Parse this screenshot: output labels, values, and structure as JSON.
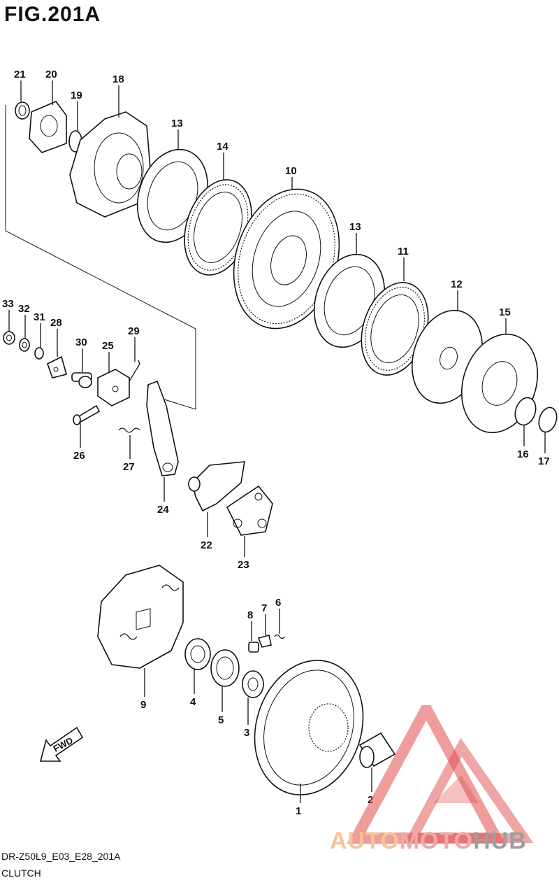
{
  "figure": {
    "title": "FIG.201A",
    "code": "DR-Z50L9_E03_E28_201A",
    "name": "CLUTCH"
  },
  "callouts": [
    "1",
    "2",
    "3",
    "4",
    "5",
    "6",
    "7",
    "8",
    "9",
    "10",
    "11",
    "12",
    "13",
    "13",
    "14",
    "15",
    "16",
    "17",
    "18",
    "19",
    "20",
    "21",
    "22",
    "23",
    "24",
    "25",
    "26",
    "27",
    "28",
    "29",
    "30",
    "31",
    "32",
    "33"
  ],
  "direction_label": "FWD",
  "watermark": {
    "part1": "AUTO",
    "part2": "MOTO",
    "part3": "HUB"
  },
  "colors": {
    "ink": "#111111",
    "watermark_red": "#e04b4b",
    "watermark_orange": "#f5c49a",
    "watermark_gray": "#9e9e9e"
  }
}
